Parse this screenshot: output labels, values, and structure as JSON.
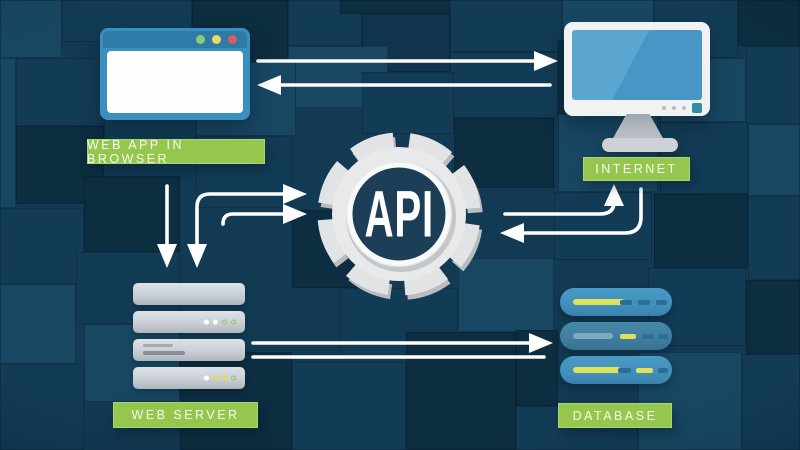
{
  "diagram": {
    "title": "API",
    "nodes": {
      "web_app": {
        "label": "WEB APP IN BROWSER",
        "icon": "browser-window-icon"
      },
      "internet": {
        "label": "INTERNET",
        "icon": "desktop-monitor-icon"
      },
      "api": {
        "label": "API",
        "icon": "gear-icon"
      },
      "web_server": {
        "label": "WEB SERVER",
        "icon": "server-stack-icon"
      },
      "database": {
        "label": "DATABASE",
        "icon": "database-stack-icon"
      }
    },
    "connections": [
      {
        "from": "web_app",
        "to": "internet",
        "style": "straight-arrow-right"
      },
      {
        "from": "internet",
        "to": "web_app",
        "style": "straight-arrow-left"
      },
      {
        "from": "web_app",
        "to": "web_server",
        "style": "straight-arrow-down"
      },
      {
        "from": "web_app",
        "to": "api",
        "style": "elbow-arrow-right-and-down"
      },
      {
        "from": "web_app",
        "to": "api",
        "style": "hooked-arrow-right"
      },
      {
        "from": "api",
        "to": "internet",
        "style": "elbow-arrow-up"
      },
      {
        "from": "internet",
        "to": "api",
        "style": "elbow-arrow-left"
      },
      {
        "from": "web_server",
        "to": "database",
        "style": "double-line-arrow-right"
      }
    ]
  },
  "colors": {
    "bg_base": "#123a53",
    "accent_green": "#95c74e",
    "arrow_white": "#ffffff",
    "browser_frame_blue": "#3a8fc0",
    "browser_bar_blue": "#2e7ba8",
    "monitor_screen_blue": "#4796c5",
    "database_blue": "#4292be",
    "gear_gray": "#e8e9ea",
    "api_navy": "#1d3e57"
  }
}
